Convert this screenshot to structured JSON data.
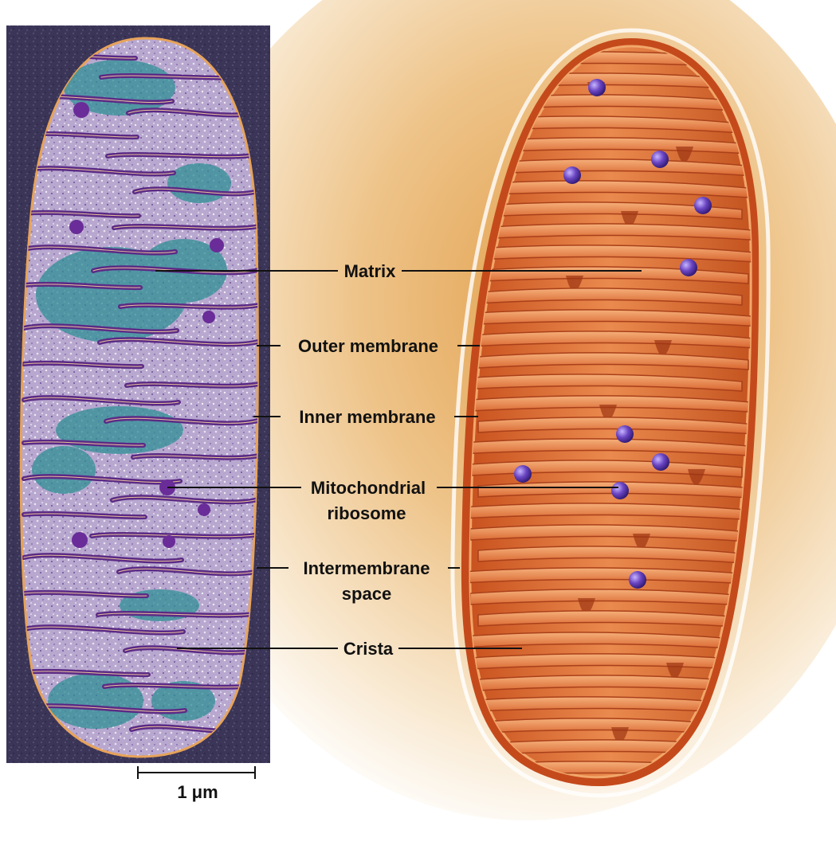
{
  "labels": {
    "matrix": "Matrix",
    "outer_membrane": "Outer membrane",
    "inner_membrane": "Inner membrane",
    "ribosome_line1": "Mitochondrial",
    "ribosome_line2": "ribosome",
    "intermembrane_line1": "Intermembrane",
    "intermembrane_line2": "space",
    "crista": "Crista"
  },
  "scale_bar": {
    "label": "1 μm"
  },
  "colors": {
    "micrograph_background": "#3a3356",
    "micrograph_matrix": "#b6a6cc",
    "micrograph_teal": "#2c8e93",
    "cristae_purple": "#5b2a86",
    "membrane_orange": "#e7a35a",
    "model_orange": "#e0703a",
    "model_dark": "#b8481c",
    "ribosome_purple": "#5a3aa8",
    "glow_beige": "#f0c990"
  }
}
